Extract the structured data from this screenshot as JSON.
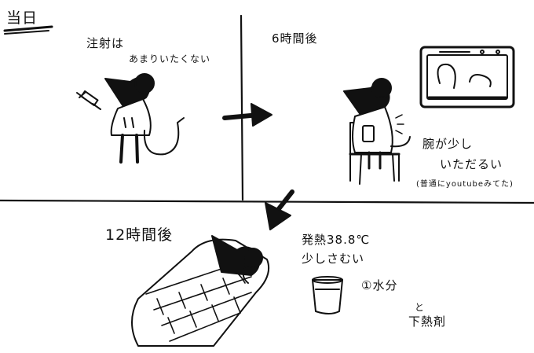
{
  "heading": "当日",
  "panels": [
    {
      "lines": [
        "注射は",
        "あまりいたくない"
      ]
    },
    {
      "caption": "6時間後",
      "lines": [
        "腕が少し",
        "いただるい"
      ],
      "note": "(普通にyoutubeみてた)"
    },
    {
      "caption": "12時間後",
      "lines": [
        "発熱38.8℃",
        "少しさむい"
      ],
      "list": [
        "①水分",
        "と",
        "下熱剤"
      ]
    }
  ],
  "colors": {
    "ink": "#111111",
    "paper": "#ffffff"
  }
}
